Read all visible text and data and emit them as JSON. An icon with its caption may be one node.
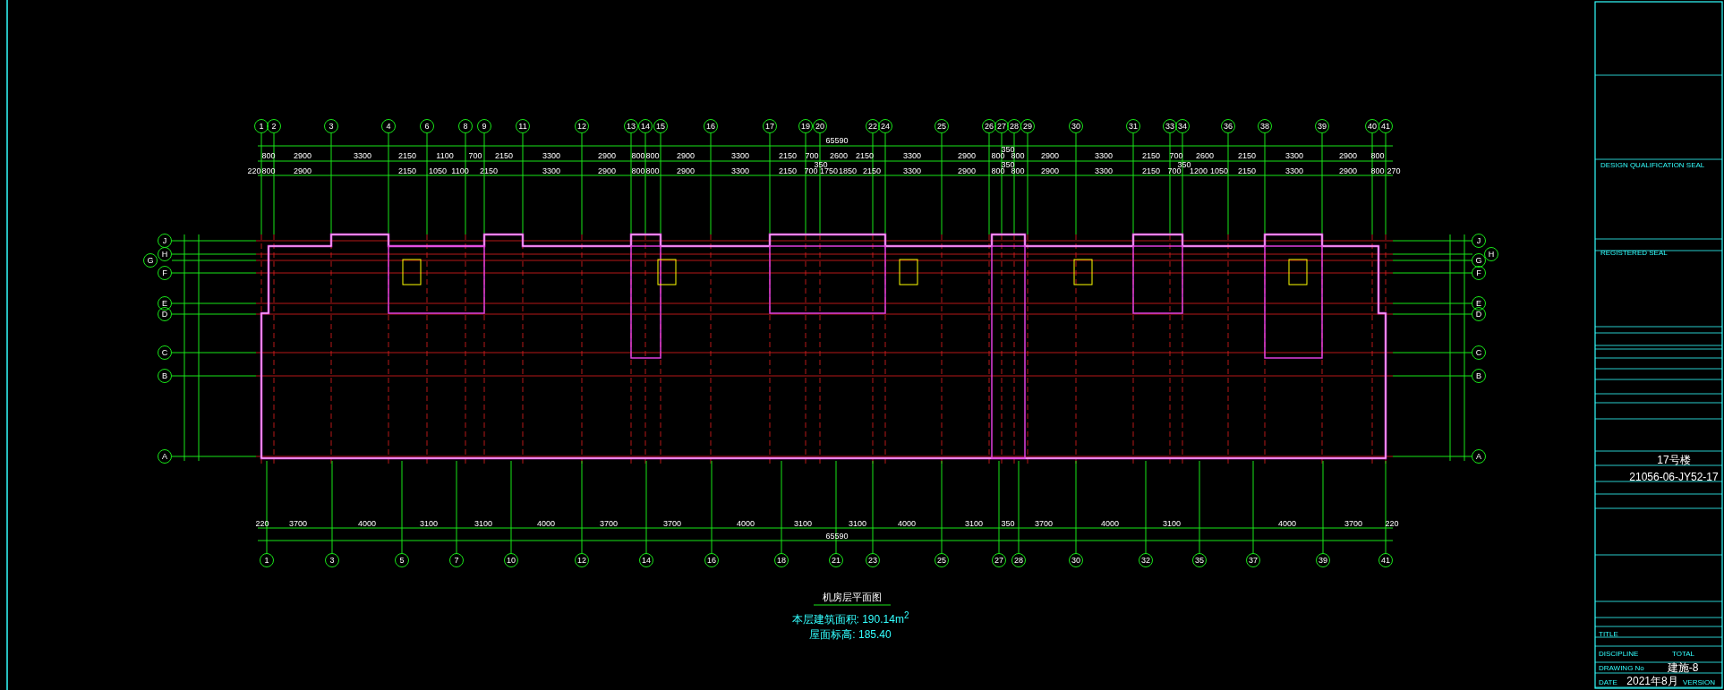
{
  "diagram": {
    "title": "机房层平面图",
    "labels": [
      "1",
      "2",
      "3",
      "4",
      "6",
      "8",
      "9",
      "11",
      "12",
      "13",
      "14",
      "15",
      "16",
      "17",
      "19",
      "20",
      "22",
      "24",
      "25",
      "26",
      "27",
      "28",
      "29",
      "30",
      "31",
      "33",
      "34",
      "36",
      "38",
      "39",
      "40",
      "41",
      "65590",
      "800",
      "2900",
      "3300",
      "2150",
      "1100",
      "700",
      "2150",
      "3300",
      "2900",
      "800",
      "800",
      "2900",
      "3300",
      "2150",
      "700",
      "2600",
      "2150",
      "3300",
      "2900",
      "800",
      "350",
      "800",
      "2900",
      "3300",
      "2150",
      "700",
      "2600",
      "2150",
      "3300",
      "2900",
      "800",
      "220",
      "800",
      "2900",
      "2150",
      "1050",
      "1100",
      "2150",
      "3300",
      "2900",
      "800",
      "800",
      "2900",
      "3300",
      "2150",
      "700",
      "350",
      "1750",
      "1850",
      "2150",
      "3300",
      "2900",
      "800",
      "350",
      "800",
      "2900",
      "3300",
      "2150",
      "700",
      "350",
      "1200",
      "1050",
      "2150",
      "3300",
      "2900",
      "800",
      "270",
      "J",
      "J",
      "H",
      "H",
      "G",
      "G",
      "F",
      "F",
      "E",
      "E",
      "D",
      "D",
      "C",
      "C",
      "B",
      "B",
      "A",
      "A",
      "220",
      "3700",
      "4000",
      "3100",
      "3100",
      "4000",
      "3700",
      "3700",
      "4000",
      "3100",
      "3100",
      "4000",
      "3100",
      "350",
      "3700",
      "4000",
      "3100",
      "4000",
      "3700",
      "220",
      "65590",
      "1",
      "3",
      "5",
      "7",
      "10",
      "12",
      "14",
      "16",
      "18",
      "21",
      "23",
      "25",
      "27",
      "28",
      "30",
      "32",
      "35",
      "37",
      "39",
      "41",
      "本层建筑面积: 190.14m$^{2}$",
      "屋面标高: 185.40",
      "DESIGN QUALIFICATION SEAL",
      "REGISTERED SEAL",
      "17号楼",
      "21056-06-JY52-17",
      "TITLE",
      "DISCIPLINE",
      "TOTAL",
      "DRAWING No",
      "建施-8",
      "DATE",
      "2021年8月",
      "VERSION"
    ]
  }
}
